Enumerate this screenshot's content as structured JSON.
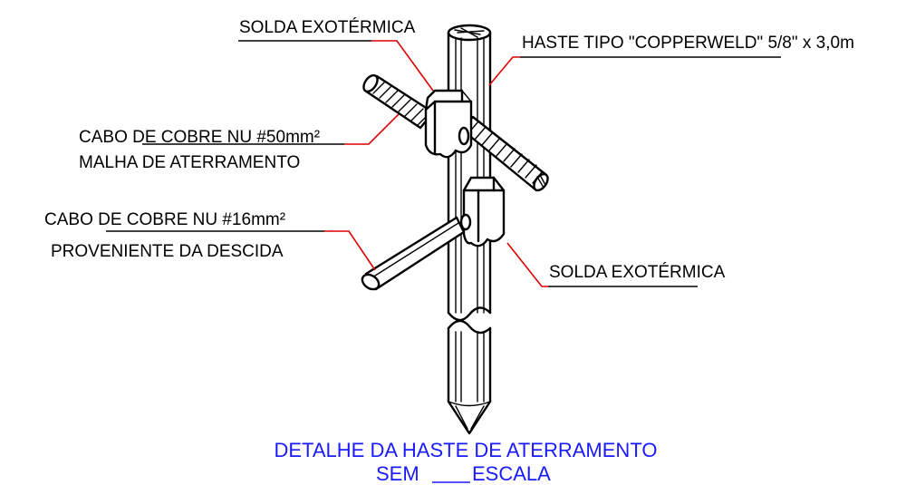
{
  "labels": {
    "solda_top": "SOLDA EXOTÉRMICA",
    "haste": "HASTE TIPO \"COPPERWELD\" 5/8\" x 3,0m",
    "cabo50": "CABO DE COBRE NU #50mm²",
    "malha": "MALHA DE ATERRAMENTO",
    "cabo16": "CABO DE COBRE NU #16mm²",
    "descida": "PROVENIENTE DA DESCIDA",
    "solda_bottom": "SOLDA EXOTÉRMICA"
  },
  "title": {
    "line1": "DETALHE DA HASTE DE ATERRAMENTO",
    "line2_a": "SEM",
    "line2_b": "ESCALA"
  },
  "colors": {
    "leader": "#e00000",
    "title": "#1a1aff",
    "drawing": "#000000"
  }
}
